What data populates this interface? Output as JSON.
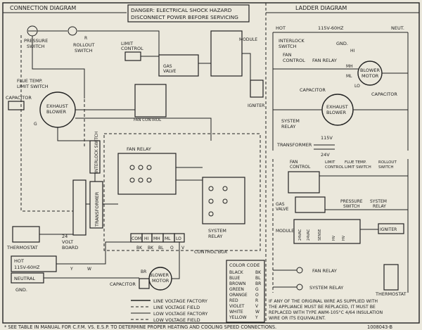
{
  "header": {
    "connection_title": "CONNECTION    DIAGRAM",
    "danger_line1": "DANGER: ELECTRICAL SHOCK HAZARD",
    "danger_line2": "DISCONNECT POWER BEFORE SERVICING",
    "ladder_title": "LADDER      DIAGRAM"
  },
  "connection": {
    "pressure_switch": [
      "PRESSURE",
      "SWITCH"
    ],
    "rollout_switch": [
      "ROLLOUT",
      "SWITCH"
    ],
    "limit_control": [
      "LIMIT",
      "CONTROL"
    ],
    "flue_temp": [
      "FLUE TEMP.",
      "LIMIT SWITCH"
    ],
    "capacitor_top": "CAPACITOR",
    "exhaust_blower": [
      "EXHAUST",
      "BLOWER"
    ],
    "gas_valve": [
      "GAS",
      "VALVE"
    ],
    "fan_control": "FAN CONTROL",
    "module": "MODULE",
    "igniter": "IGNITER",
    "interlock": "INTERLOCK SWITCH",
    "fan_relay": "FAN RELAY",
    "transformer": "TRANSFORMER",
    "system_relay": [
      "SYSTEM",
      "RELAY"
    ],
    "volt_board": [
      "24",
      "VOLT",
      "BOARD"
    ],
    "thermostat": "THERMOSTAT",
    "hot_115": [
      "HOT",
      "115V-60HZ"
    ],
    "neutral": "NEUTRAL",
    "gnd": "GND.",
    "control_box": "CONTROL BOX",
    "terminal_strip": [
      "COM",
      "HI",
      "MH",
      "ML",
      "LO"
    ],
    "color_labels": [
      "BK",
      "BK",
      "R",
      "W",
      "Y",
      "BR",
      "BL",
      "O",
      "G",
      "V"
    ],
    "capacitor_bottom": "CAPACITOR",
    "blower_motor": [
      "BLOWER",
      "MOTOR"
    ]
  },
  "color_code": {
    "title": "COLOR CODE",
    "rows": [
      {
        "name": "BLACK",
        "code": "BK"
      },
      {
        "name": "BLUE",
        "code": "BL"
      },
      {
        "name": "BROWN",
        "code": "BR"
      },
      {
        "name": "GREEN",
        "code": "G"
      },
      {
        "name": "ORANGE",
        "code": "O"
      },
      {
        "name": "RED",
        "code": "R"
      },
      {
        "name": "VIOLET",
        "code": "V"
      },
      {
        "name": "WHITE",
        "code": "W"
      },
      {
        "name": "YELLOW",
        "code": "Y"
      }
    ]
  },
  "legend": [
    "LINE VOLTAGE FACTORY",
    "LINE VOLTAGE FIELD",
    "LOW VOLTAGE FACTORY",
    "LOW VOLTAGE FIELD"
  ],
  "ladder": {
    "hot": "HOT",
    "supply": "115V-60HZ",
    "neut": "NEUT.",
    "gnd": "GND.",
    "interlock": [
      "INTERLOCK",
      "SWITCH"
    ],
    "fan_control": [
      "FAN",
      "CONTROL"
    ],
    "fan_relay": "FAN RELAY",
    "blower_motor": [
      "BLOWER",
      "MOTOR"
    ],
    "hi": "HI",
    "mh": "MH",
    "ml": "ML",
    "lo": "LO",
    "capacitor_a": "CAPACITOR",
    "capacitor_b": "CAPACITOR",
    "exhaust_blower": [
      "EXHAUST",
      "BLOWER"
    ],
    "system_relay": [
      "SYSTEM",
      "RELAY"
    ],
    "transformer": "TRANSFORMER",
    "v115": "115V",
    "v24": "24V",
    "fan_control_low": [
      "FAN",
      "CONTROL"
    ],
    "limit_control": [
      "LIMIT",
      "CONTROL"
    ],
    "flue_temp": [
      "FLUE TEMP.",
      "LIMIT SWITCH"
    ],
    "rollout": [
      "ROLLOUT",
      "SWITCH"
    ],
    "gas_valve": [
      "GAS",
      "VALVE"
    ],
    "pressure_switch": [
      "PRESSURE",
      "SWITCH"
    ],
    "system_relay_low": [
      "SYSTEM",
      "RELAY"
    ],
    "module": "MODULE",
    "igniter": "IGNITER",
    "fan_relay_low": "FAN RELAY",
    "system_relay_bottom": "SYSTEM RELAY",
    "thermostat": "THERMOSTAT",
    "module_terms": [
      "24VAC",
      "24VAC",
      "SENSE",
      "HV",
      "HV"
    ]
  },
  "notes": {
    "original_wire_1": "IF ANY OF THE ORIGINAL WIRE AS SUPPLIED WITH",
    "original_wire_2": "THE APPLIANCE MUST BE REPLACED, IT MUST BE",
    "original_wire_3": "REPLACED WITH TYPE AWM-105°C 4/64 INSULATION",
    "original_wire_4": "WIRE OR ITS EQUIVALENT.",
    "footer": "* SEE TABLE IN MANUAL FOR C.F.M. VS. E.S.P. TO DETERMINE PROPER HEATING AND COOLING SPEED CONNECTIONS.",
    "part_number": "1008043-B"
  }
}
